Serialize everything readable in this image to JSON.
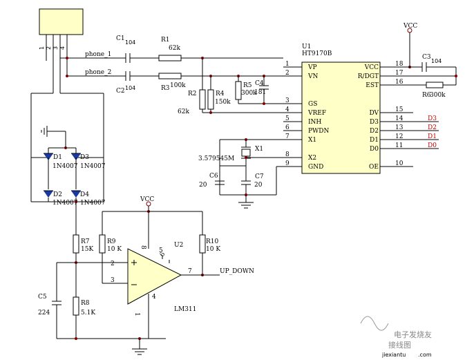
{
  "connector": {
    "pins": [
      "1",
      "2",
      "3",
      "4"
    ]
  },
  "nets": {
    "phone_1": "phone_1",
    "phone_2": "phone_2",
    "up_down": "UP_DOWN"
  },
  "supply": {
    "vcc_top": "VCC",
    "vcc_mid": "VCC"
  },
  "u1": {
    "ref": "U1",
    "part": "HT9170B",
    "left_pins": [
      {
        "num": "1",
        "name": "VP"
      },
      {
        "num": "2",
        "name": "VN"
      },
      {
        "num": "3",
        "name": "GS"
      },
      {
        "num": "4",
        "name": "VREF"
      },
      {
        "num": "5",
        "name": "INH"
      },
      {
        "num": "6",
        "name": "PWDN"
      },
      {
        "num": "7",
        "name": "X1"
      },
      {
        "num": "8",
        "name": "X2"
      },
      {
        "num": "9",
        "name": "GND"
      }
    ],
    "right_pins": [
      {
        "num": "18",
        "name": "VCC"
      },
      {
        "num": "17",
        "name": "R/DGT"
      },
      {
        "num": "16",
        "name": "EST"
      },
      {
        "num": "15",
        "name": "DV"
      },
      {
        "num": "14",
        "name": "D3"
      },
      {
        "num": "13",
        "name": "D2"
      },
      {
        "num": "12",
        "name": "D1"
      },
      {
        "num": "11",
        "name": "D0"
      },
      {
        "num": "10",
        "name": "OE"
      }
    ]
  },
  "outputs": [
    "D3",
    "D2",
    "D1",
    "D0"
  ],
  "parts": {
    "c1": {
      "ref": "C1",
      "val": "104"
    },
    "c2": {
      "ref": "C2",
      "val": "104"
    },
    "r1": {
      "ref": "R1",
      "val": "62k"
    },
    "r3": {
      "ref": "R3",
      "val": "100k"
    },
    "r2": {
      "ref": "R2",
      "val": "62k"
    },
    "r4": {
      "ref": "R4",
      "val": "150k"
    },
    "r5": {
      "ref": "R5",
      "val": "300k"
    },
    "c4": {
      "ref": "C4",
      "val": "181"
    },
    "c3": {
      "ref": "C3",
      "val": "104"
    },
    "r6": {
      "ref": "R6",
      "val": "300k"
    },
    "x1": {
      "ref": "X1",
      "val": "3.579545M"
    },
    "c6": {
      "ref": "C6",
      "val": "20"
    },
    "c7": {
      "ref": "C7",
      "val": "20"
    },
    "d1": {
      "ref": "D1",
      "val": "1N4007"
    },
    "d3": {
      "ref": "D3",
      "val": "1N4007"
    },
    "d2": {
      "ref": "D2",
      "val": "1N4007"
    },
    "d4": {
      "ref": "D4",
      "val": "1N4007"
    },
    "r7": {
      "ref": "R7",
      "val": "15K"
    },
    "r8": {
      "ref": "R8",
      "val": "5.1K"
    },
    "r9": {
      "ref": "R9",
      "val": "10 K"
    },
    "r10": {
      "ref": "R10",
      "val": "10 K"
    },
    "c5": {
      "ref": "C5",
      "val": "224"
    },
    "u2": {
      "ref": "U2",
      "part": "LM311",
      "pins": [
        "2",
        "3",
        "8",
        "4",
        "7",
        "1",
        "5",
        "6"
      ]
    }
  },
  "watermark": {
    "line1": "电子发烧友",
    "line2": "接线图",
    "line3": "jiexiantu",
    "line4": ".com"
  }
}
